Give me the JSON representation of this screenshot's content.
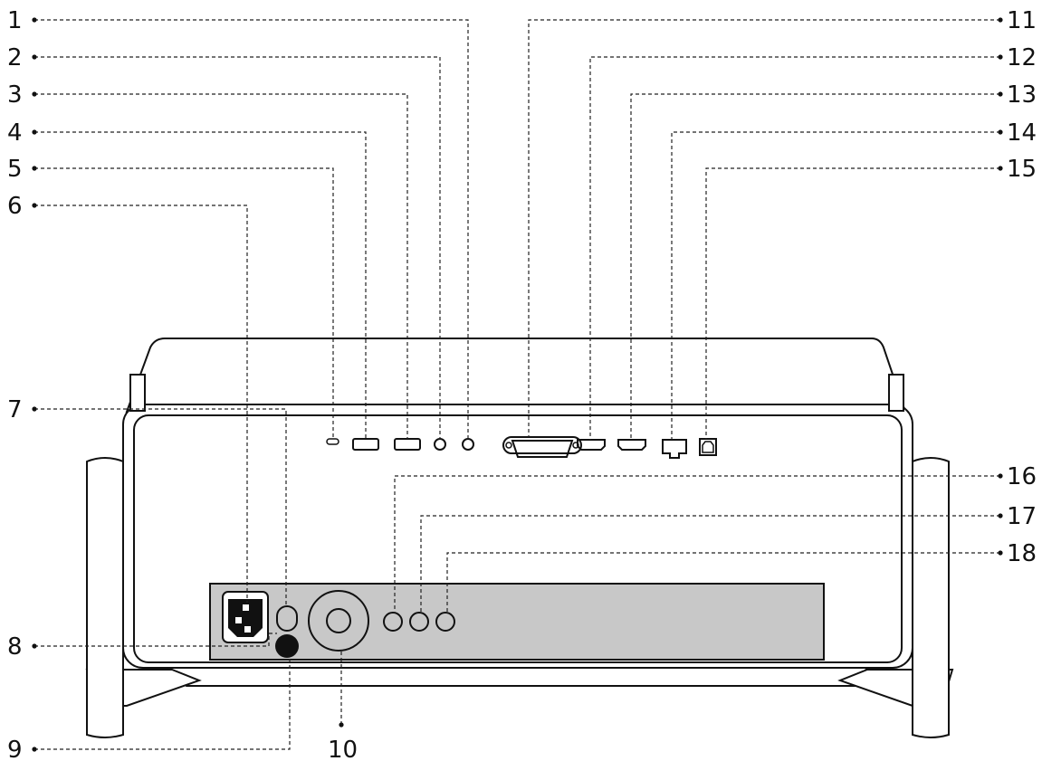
{
  "figure": {
    "type": "rear-panel-diagram",
    "colors": {
      "panel": "#c8c8c8",
      "line": "#111111",
      "background": "#ffffff"
    }
  },
  "callouts": [
    {
      "n": "1"
    },
    {
      "n": "2"
    },
    {
      "n": "3"
    },
    {
      "n": "4"
    },
    {
      "n": "5"
    },
    {
      "n": "6"
    },
    {
      "n": "7"
    },
    {
      "n": "8"
    },
    {
      "n": "9"
    },
    {
      "n": "10"
    },
    {
      "n": "11"
    },
    {
      "n": "12"
    },
    {
      "n": "13"
    },
    {
      "n": "14"
    },
    {
      "n": "15"
    },
    {
      "n": "16"
    },
    {
      "n": "17"
    },
    {
      "n": "18"
    }
  ],
  "icons": [
    "power-inlet-icon",
    "power-switch-icon",
    "round-button-icon",
    "speaker-grille-icon",
    "micro-usb-port-icon",
    "usb-port-icon",
    "audio-jack-icon",
    "vga-port-icon",
    "hdmi-port-icon",
    "ethernet-port-icon",
    "optical-port-icon",
    "av-jack-icon"
  ]
}
